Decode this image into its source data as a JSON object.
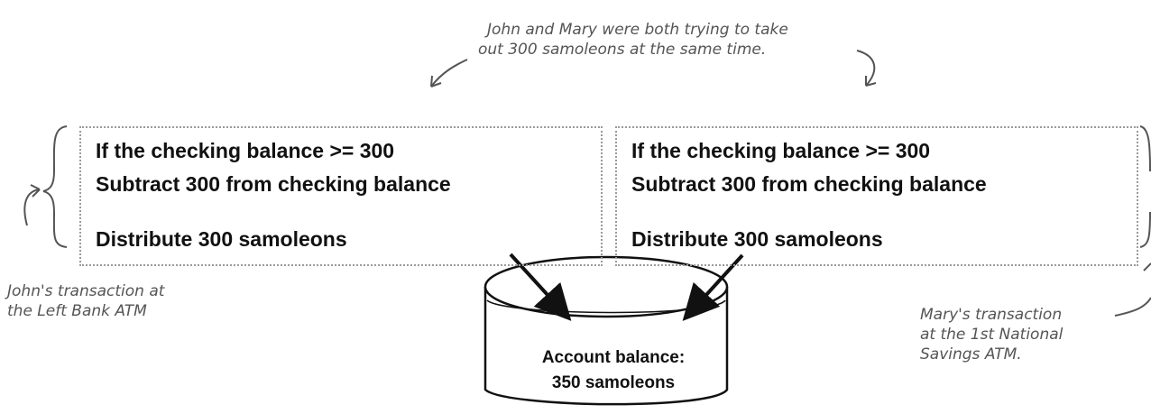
{
  "top_note": {
    "line1": "John and Mary were both trying to take",
    "line2": "out 300 samoleons at the same time."
  },
  "left_transaction": {
    "line1": "If the checking balance >= 300",
    "line2": "Subtract 300 from checking balance",
    "line3": "Distribute 300 samoleons"
  },
  "right_transaction": {
    "line1": "If the checking balance >= 300",
    "line2": "Subtract 300 from checking balance",
    "line3": "Distribute 300 samoleons"
  },
  "john_note": {
    "line1": "John's transaction at",
    "line2": "the Left Bank ATM"
  },
  "mary_note": {
    "line1": "Mary's transaction",
    "line2": "at the 1st National",
    "line3": "Savings ATM."
  },
  "account": {
    "line1": "Account balance:",
    "line2": "350 samoleons"
  }
}
